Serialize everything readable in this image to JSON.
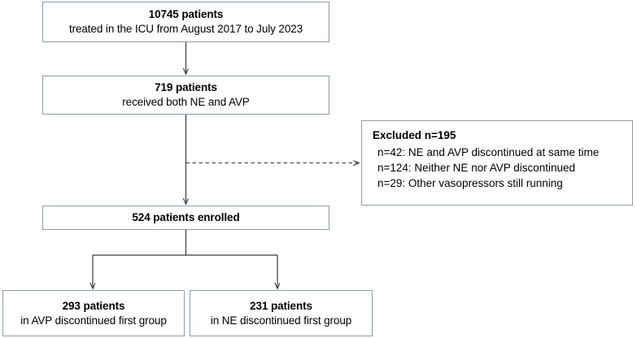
{
  "diagram": {
    "type": "patient-flow-consort-diagram",
    "nodes": {
      "screened": {
        "bold": "10745 patients",
        "detail": "treated in the ICU from August 2017 to July 2023"
      },
      "received": {
        "bold": "719 patients",
        "detail": "received both NE and AVP"
      },
      "excluded": {
        "title": "Excluded n=195",
        "items": [
          "n=42: NE and AVP discontinued at same time",
          "n=124: Neither NE nor AVP discontinued",
          "n=29: Other vasopressors still running"
        ]
      },
      "enrolled": {
        "bold": "524 patients enrolled"
      },
      "avp_group": {
        "bold": "293 patients",
        "detail": "in AVP discontinued first group"
      },
      "ne_group": {
        "bold": "231 patients",
        "detail": "in NE discontinued first group"
      }
    },
    "colors": {
      "box_border": "#8b9cb3",
      "connector": "#3a3a3a",
      "text": "#000000",
      "background": "#ffffff"
    }
  }
}
